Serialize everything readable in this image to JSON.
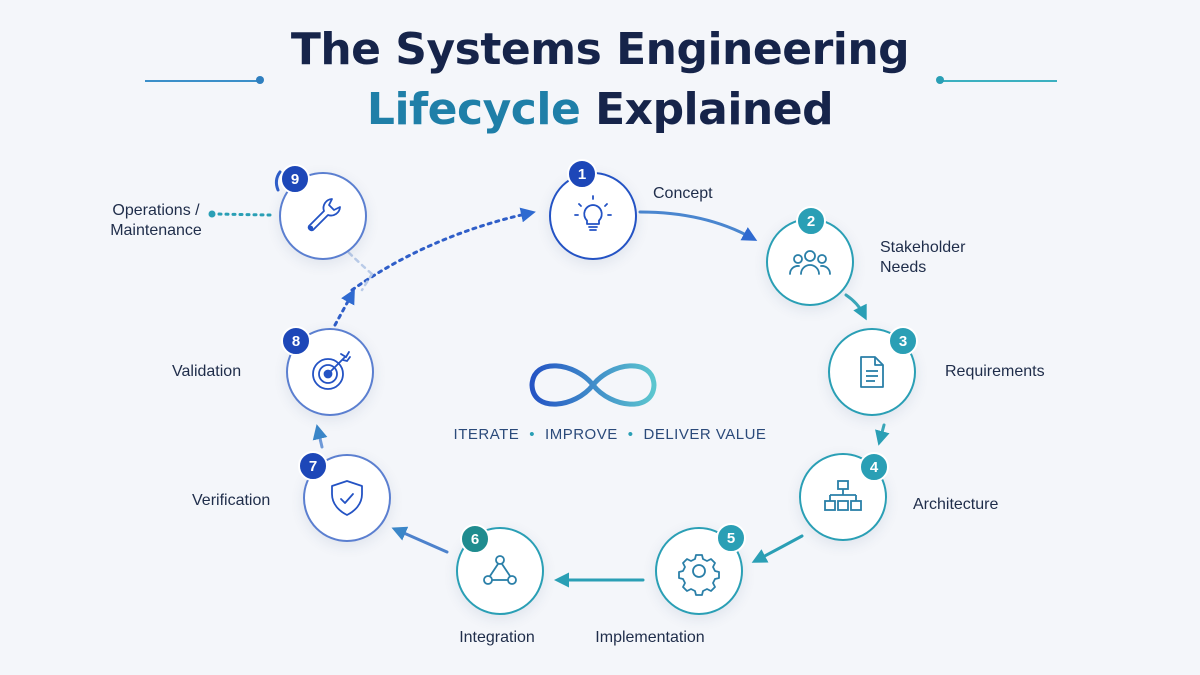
{
  "title": {
    "line1": "The Systems Engineering",
    "line2_accent": "Lifecycle",
    "line2_rest": "Explained"
  },
  "center": {
    "word1": "ITERATE",
    "sep": "•",
    "word2": "IMPROVE",
    "word3": "DELIVER VALUE"
  },
  "colors": {
    "navy": "#16244a",
    "blue": "#2453c4",
    "teal": "#2a9fb5",
    "accent": "#1f7fa8"
  },
  "steps": [
    {
      "number": "1",
      "label": "Concept",
      "icon": "lightbulb-icon"
    },
    {
      "number": "2",
      "label": "Stakeholder Needs",
      "icon": "people-icon"
    },
    {
      "number": "3",
      "label": "Requirements",
      "icon": "document-icon"
    },
    {
      "number": "4",
      "label": "Architecture",
      "icon": "hierarchy-icon"
    },
    {
      "number": "5",
      "label": "Implementation",
      "icon": "gear-icon"
    },
    {
      "number": "6",
      "label": "Integration",
      "icon": "network-icon"
    },
    {
      "number": "7",
      "label": "Verification",
      "icon": "shield-check-icon"
    },
    {
      "number": "8",
      "label": "Validation",
      "icon": "target-icon"
    },
    {
      "number": "9",
      "label": "Operations / Maintenance",
      "icon": "wrench-icon"
    }
  ]
}
